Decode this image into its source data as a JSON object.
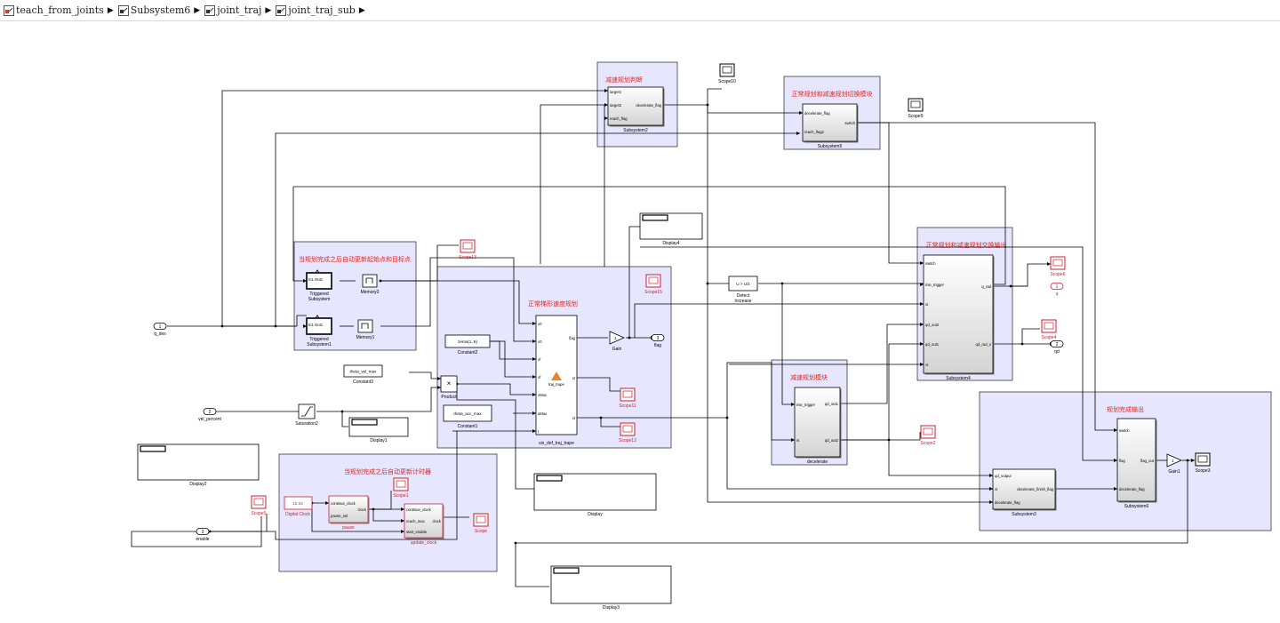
{
  "breadcrumb": [
    {
      "label": "teach_from_joints"
    },
    {
      "label": "Subsystem6"
    },
    {
      "label": "joint_traj"
    },
    {
      "label": "joint_traj_sub"
    }
  ],
  "colors": {
    "area_fill": "#e6e6ff",
    "area_title": "#e0271f",
    "red_block": "#c8202f",
    "line": "#000000"
  },
  "areas": [
    {
      "id": "area-decel-judge",
      "title": "减速规划判断"
    },
    {
      "id": "area-switch-module",
      "title": "正常规划和减速规划切换模块"
    },
    {
      "id": "area-auto-update",
      "title": "当规划完成之后自动更新起始点和目标点"
    },
    {
      "id": "area-trapezoid",
      "title": "正常梯形速度规划"
    },
    {
      "id": "area-switch-output",
      "title": "正常规划和减速规划交换输出"
    },
    {
      "id": "area-decel-module",
      "title": "减速规划模块"
    },
    {
      "id": "area-finish-output",
      "title": "规划完成输出"
    },
    {
      "id": "area-timer",
      "title": "当规划完成之后自动更新计时器"
    }
  ],
  "blocks": {
    "subsystem2": {
      "name": "Subsystem2",
      "ports_in": [
        "target1",
        "target2",
        "reach_flag"
      ],
      "ports_out": [
        "decelerate_flag"
      ]
    },
    "subsystem5": {
      "name": "Subsystem5",
      "ports_in": [
        "decelerate_flag",
        "reach_flag2"
      ],
      "ports_out": [
        "switch"
      ]
    },
    "subsystem4": {
      "name": "Subsystem4",
      "ports_in": [
        "switch",
        "rise_trigger",
        "xt",
        "qd_out2",
        "qd_out1",
        "vt"
      ],
      "ports_out": [
        "q_rad",
        "qd_rad_s"
      ]
    },
    "subsystem3": {
      "name": "Subsystem3",
      "ports_in": [
        "qd_output",
        "vt",
        "decelerate_flag"
      ],
      "ports_out": [
        "decelerate_finish_flag"
      ]
    },
    "subsystem6": {
      "name": "Subsystem6",
      "ports_in": [
        "switch",
        "flag",
        "decelerate_flag"
      ],
      "ports_out": [
        "flag_out"
      ]
    },
    "decelerate": {
      "name": "decelerate",
      "ports_in": [
        "rise_trigger",
        "vt"
      ],
      "ports_out": [
        "qd_out1",
        "qd_out2"
      ]
    },
    "traj": {
      "name": "six_dof_traj_trape",
      "center": "traj_trape",
      "ports_in": [
        "x0",
        "v0",
        "xf",
        "vf",
        "vMax",
        "aMax",
        "t"
      ],
      "ports_out": [
        "flag",
        "xt",
        "vt"
      ]
    },
    "trig1": {
      "name": "Triggered\nSubsystem",
      "label": "In1   Out1"
    },
    "trig2": {
      "name": "Triggered\nSubsystem1",
      "label": "In1   Out1"
    },
    "memory3": {
      "name": "Memory3"
    },
    "memory1": {
      "name": "Memory1"
    },
    "constant2": {
      "name": "Constant2",
      "value": "zeros(1, 6)"
    },
    "constant3": {
      "name": "Constant3",
      "value": "theta_vel_max"
    },
    "constant1": {
      "name": "Constant1",
      "value": "theta_acc_max"
    },
    "product": {
      "name": "Product",
      "value": "×"
    },
    "saturation2": {
      "name": "Saturation2"
    },
    "gain": {
      "name": "Gain",
      "value": "1"
    },
    "gain1": {
      "name": "Gain1",
      "value": "1"
    },
    "detect": {
      "name": "Detect\nIncrease",
      "value": "U > U/z"
    },
    "digital_clock": {
      "name": "Digital Clock",
      "value": "12:34"
    },
    "pause": {
      "name": "pause",
      "ports_in": [
        "continue_clock",
        "pause_sel"
      ],
      "ports_out": [
        "clock"
      ]
    },
    "update_clock": {
      "name": "update_clock",
      "ports_in": [
        "continue_clock",
        "reach_max",
        "start_enable"
      ],
      "ports_out": [
        "clock"
      ]
    }
  },
  "inports": [
    {
      "id": "q_des",
      "num": "1",
      "name": "q_des"
    },
    {
      "id": "vel_percent",
      "num": "2",
      "name": "vel_percent"
    },
    {
      "id": "enable",
      "num": "3",
      "name": "enable"
    }
  ],
  "outports": [
    {
      "id": "flag",
      "num": "3",
      "name": "flag"
    },
    {
      "id": "q",
      "num": "1",
      "name": "q"
    },
    {
      "id": "qd",
      "num": "2",
      "name": "qd"
    }
  ],
  "scopes": [
    "Scope10",
    "Scope9",
    "Scope13",
    "Scope15",
    "Scope11",
    "Scope12",
    "Scope6",
    "Scope4",
    "Scope2",
    "Scope3",
    "Scope1",
    "Scope",
    "Scope5"
  ],
  "displays": [
    "Display4",
    "Display1",
    "Display2",
    "Display",
    "Display3"
  ]
}
